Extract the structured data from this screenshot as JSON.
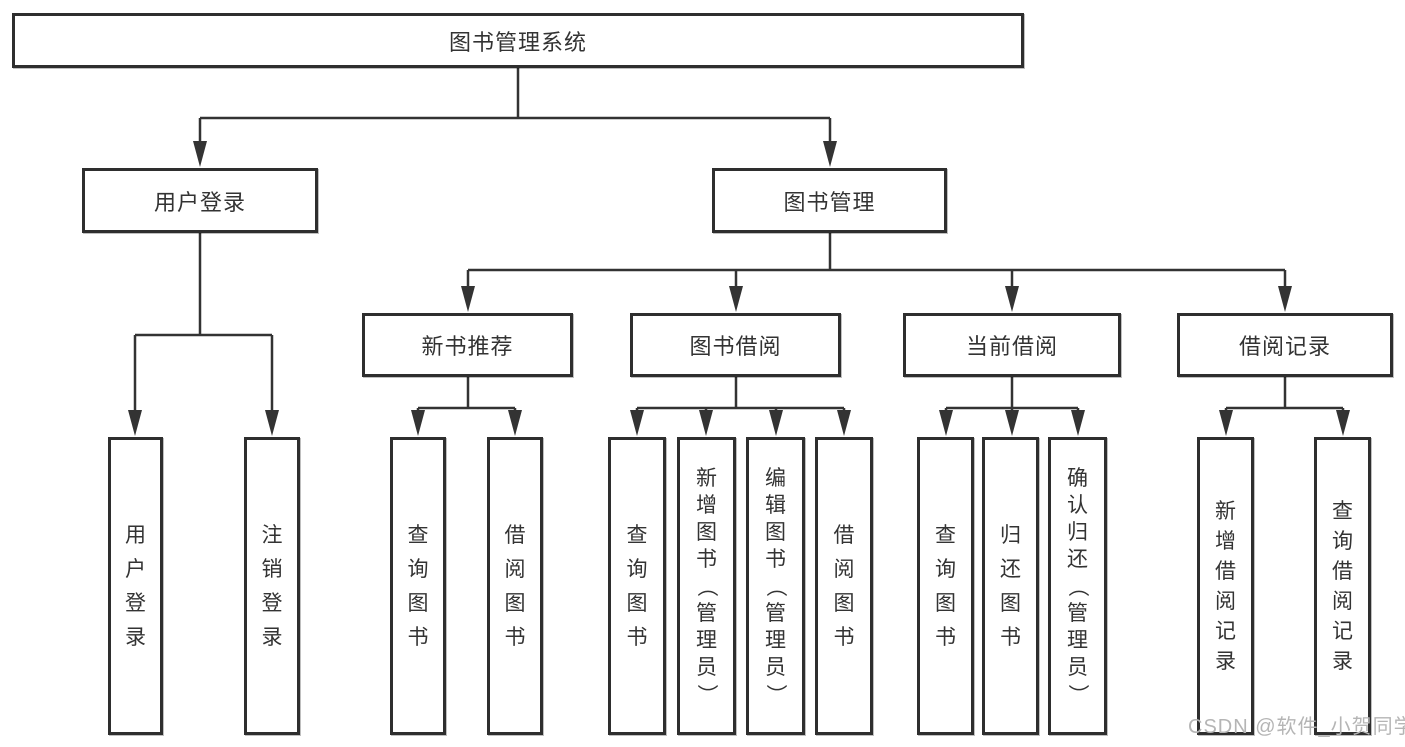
{
  "diagram": {
    "root": "图书管理系统",
    "level2": [
      "用户登录",
      "图书管理"
    ],
    "level3": [
      "新书推荐",
      "图书借阅",
      "当前借阅",
      "借阅记录"
    ],
    "leaves": {
      "user_login": [
        "用户登录",
        "注销登录"
      ],
      "new_book": [
        "查询图书",
        "借阅图书"
      ],
      "book_borrow": [
        "查询图书",
        "新增图书（管理员）",
        "编辑图书（管理员）",
        "借阅图书"
      ],
      "current_borrow": [
        "查询图书",
        "归还图书",
        "确认归还（管理员）"
      ],
      "borrow_records": [
        "新增借阅记录",
        "查询借阅记录"
      ]
    },
    "watermark": "CSDN @软件_小贺同学",
    "colors": {
      "line": "#333333",
      "text": "#333333",
      "box_background": "#ffffff",
      "watermark": "#b5b5b5"
    }
  }
}
